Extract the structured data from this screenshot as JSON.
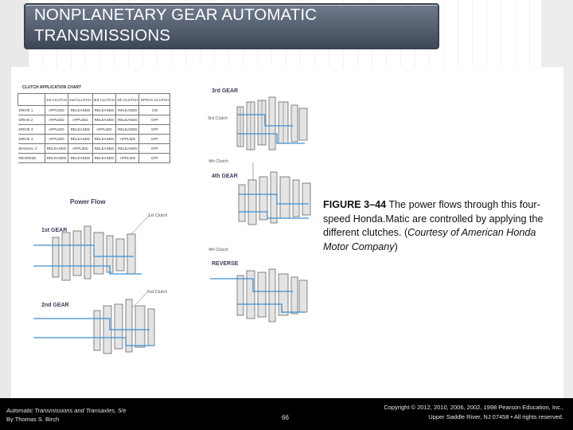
{
  "slide": {
    "title_line1": "NONPLANETARY GEAR AUTOMATIC",
    "title_line2": "TRANSMISSIONS"
  },
  "clutch_chart": {
    "title": "CLUTCH APPLICATION CHART",
    "headers": [
      "",
      "1st CLUTCH",
      "2nd CLUTCH",
      "3rd CLUTCH",
      "4th CLUTCH",
      "SPRAG CLUTCH"
    ],
    "rows": [
      [
        "DRIVE 1",
        "APPLIED",
        "RELEASED",
        "RELEASED",
        "RELEASED",
        "ON"
      ],
      [
        "DRIVE 2",
        "APPLIED",
        "APPLIED",
        "RELEASED",
        "RELEASED",
        "OFF"
      ],
      [
        "DRIVE 3",
        "APPLIED",
        "RELEASED",
        "APPLIED",
        "RELEASED",
        "OFF"
      ],
      [
        "DRIVE 4",
        "APPLIED",
        "RELEASED",
        "RELEASED",
        "APPLIED",
        "OFF"
      ],
      [
        "MANUAL 2",
        "RELEASED",
        "APPLIED",
        "RELEASED",
        "RELEASED",
        "OFF"
      ],
      [
        "REVERSE",
        "RELEASED",
        "RELEASED",
        "RELEASED",
        "APPLIED",
        "OFF"
      ]
    ]
  },
  "figure": {
    "power_flow": "Power Flow",
    "gear_1st": "1st GEAR",
    "gear_2nd": "2nd GEAR",
    "gear_3rd": "3rd GEAR",
    "gear_4th": "4th GEAR",
    "gear_reverse": "REVERSE",
    "clutch_1st": "1st Clutch",
    "clutch_2nd": "2nd Clutch",
    "clutch_3rd": "3rd Clutch",
    "clutch_4th_a": "4th Clutch",
    "clutch_4th_b": "4th Clutch"
  },
  "caption": {
    "figure_number": "FIGURE 3–44",
    "text": " The power flows through this four-speed Honda.Matic are controlled by applying the different clutches. (",
    "credit": "Courtesy of American Honda Motor Company",
    "close": ")"
  },
  "footer": {
    "book": "Automatic Transmissions and Transaxles, 5/e",
    "author": "By Thomas S. Birch",
    "page": "66",
    "copyright_line1": "Copyright © 2012, 2010, 2006, 2002, 1998 Pearson Education, Inc.,",
    "copyright_line2": "Upper Saddle River, NJ 07458 • All rights reserved."
  },
  "colors": {
    "banner": "#545f70",
    "flow_line": "#3d8fd0",
    "footer_bg": "#000000"
  }
}
